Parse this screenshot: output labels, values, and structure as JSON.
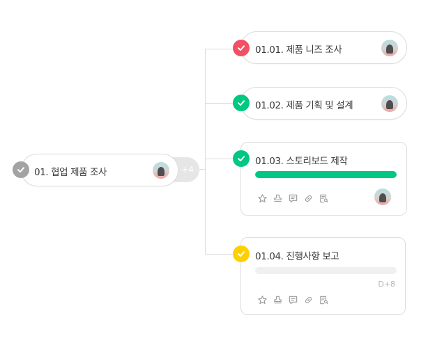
{
  "colors": {
    "done_gray": "#a3a3a3",
    "done_red": "#f25065",
    "done_green": "#00c781",
    "done_yellow": "#ffd000",
    "progress": "#00c781"
  },
  "root": {
    "label": "01. 협업 제품 조사",
    "more_count": "+4"
  },
  "children": [
    {
      "label": "01.01. 제품 니즈 조사"
    },
    {
      "label": "01.02. 제품 기획 및 설계"
    },
    {
      "label": "01.03. 스토리보드 제작",
      "progress": 1.0
    },
    {
      "label": "01.04. 진행사항 보고",
      "progress": 0.0,
      "due": "D+8"
    }
  ],
  "tool_icons": [
    "star-icon",
    "stamp-icon",
    "comment-icon",
    "link-icon",
    "document-search-icon"
  ]
}
